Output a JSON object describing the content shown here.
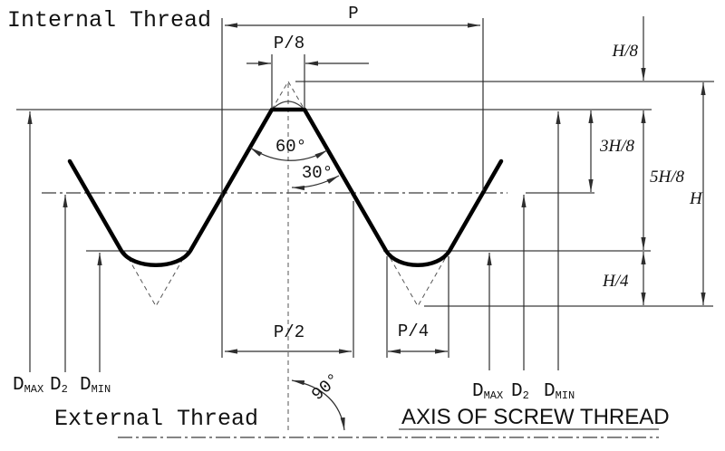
{
  "titles": {
    "internal": "Internal Thread",
    "external": "External Thread",
    "axis": "AXIS OF SCREW THREAD"
  },
  "dimensions": {
    "pitch": "P",
    "p8": "P/8",
    "p2": "P/2",
    "p4": "P/4",
    "h8": "H/8",
    "h38": "3H/8",
    "h58": "5H/8",
    "h": "H",
    "h4": "H/4",
    "angle60": "60°",
    "angle30": "30°",
    "angle90": "90°"
  },
  "diameter_labels": {
    "d": "D",
    "sub_max": "MAX",
    "sub_2": "2",
    "sub_min": "MIN"
  },
  "colors": {
    "background": "#ffffff",
    "profile_line": "#000000",
    "thin_line": "#3c3c3c",
    "text": "#111111"
  }
}
